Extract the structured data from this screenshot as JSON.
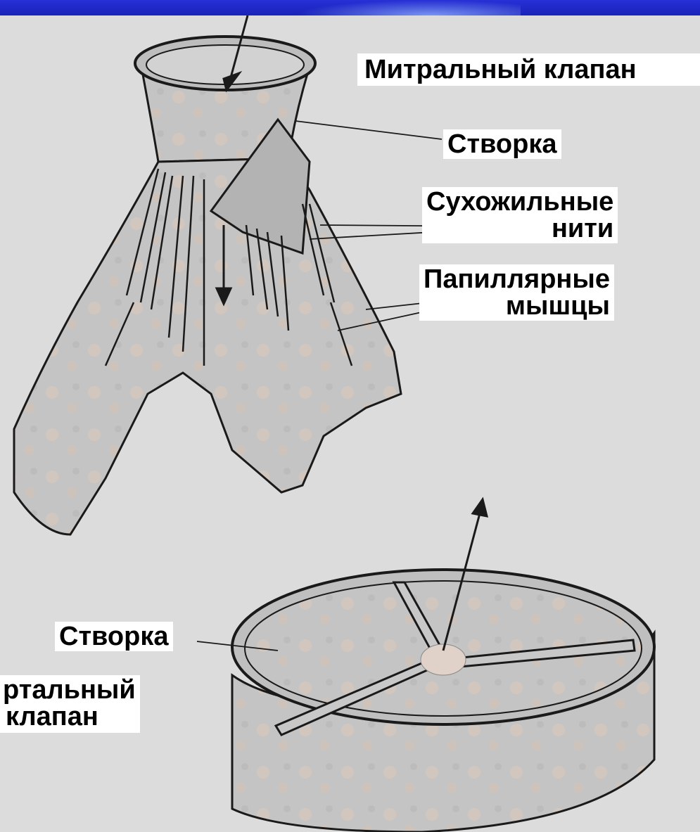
{
  "labels": {
    "mitral_valve": "Митральный клапан",
    "leaflet_top": "Створка",
    "chordae_line1": "Сухожильные",
    "chordae_line2": "нити",
    "papillary_line1": "Папиллярные",
    "papillary_line2": "мышцы",
    "leaflet_bottom": "Створка",
    "aortic_line1": "ртальный",
    "aortic_line2": "клапан"
  },
  "colors": {
    "background": "#dcdcdc",
    "title_bar": "#1e28c8",
    "tissue": "#c9c9c9",
    "tissue_shadow": "#9a9a9a",
    "ink": "#1a1a1a",
    "label_bg": "#ffffff"
  }
}
